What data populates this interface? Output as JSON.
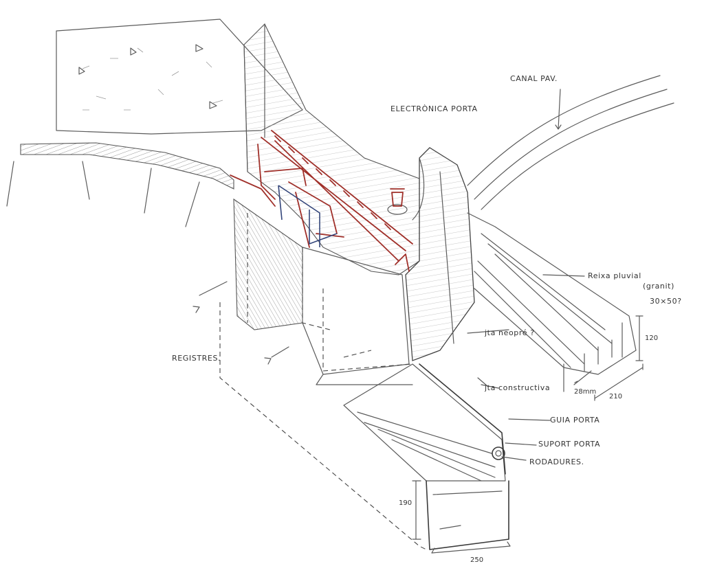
{
  "labels": {
    "canal": "CANAL PAV.",
    "electronica": "ELECTRÒNICA PORTA",
    "reixa_1": "Reixa pluvial",
    "reixa_2": "(granit)",
    "reixa_dim": "30×50?",
    "junta_neopre": "jta neopré ?",
    "registres": "REGISTRES.",
    "junta_constructiva": "jta constructiva",
    "guia": "GUIA PORTA",
    "suport": "SUPORT PORTA",
    "rodadures": "RODADURES."
  },
  "dimensions": {
    "d120": "120",
    "d28": "28mm",
    "d210": "210",
    "d190": "190",
    "d250": "250"
  },
  "colors": {
    "pencil": "#5a5a5a",
    "red_steel": "#a0302a",
    "blue_frame": "#33457a"
  }
}
